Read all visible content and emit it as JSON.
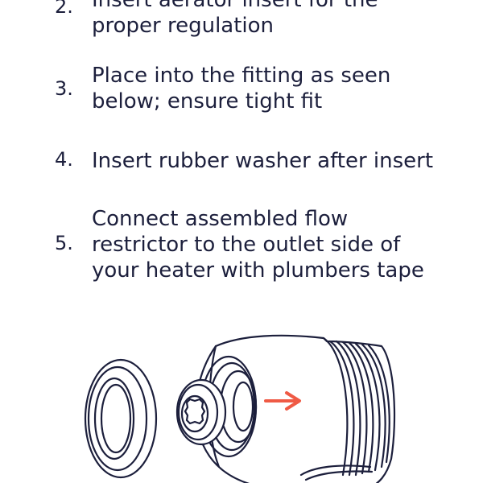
{
  "steps": [
    {
      "number": "2.",
      "lines": [
        "Insert aerator insert for the",
        "proper regulation"
      ]
    },
    {
      "number": "3.",
      "lines": [
        "Place into the fitting as seen",
        "below; ensure tight fit"
      ]
    },
    {
      "number": "4.",
      "lines": [
        "Insert rubber washer after insert"
      ]
    },
    {
      "number": "5.",
      "lines": [
        "Connect assembled flow",
        "restrictor to the outlet side of",
        "your heater with plumbers tape"
      ]
    }
  ],
  "illustration": {
    "parts": [
      "rubber-washer",
      "flow-restrictor-insert",
      "threaded-fitting"
    ],
    "colors": {
      "line": "#1c1f3c",
      "arrow": "#ef5a45",
      "fill": "#ffffff"
    }
  }
}
